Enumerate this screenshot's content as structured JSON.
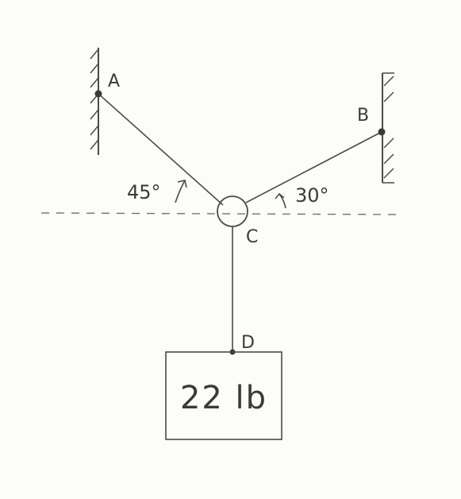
{
  "points": {
    "a": "A",
    "b": "B",
    "c": "C",
    "d": "D"
  },
  "angles": {
    "left": "45°",
    "right": "30°"
  },
  "load": {
    "label": "22 lb"
  },
  "colors": {
    "ink": "#4a4a4a",
    "paper": "#fcfcf8"
  }
}
